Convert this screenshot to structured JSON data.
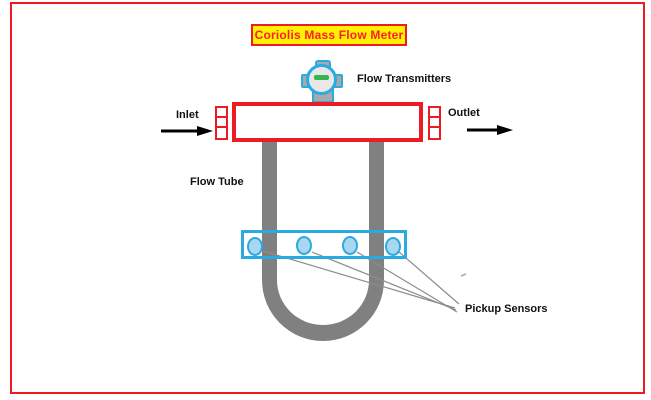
{
  "diagram": {
    "title": "Coriolis Mass Flow Meter",
    "labels": {
      "flow_transmitters": "Flow Transmitters",
      "inlet": "Inlet",
      "outlet": "Outlet",
      "flow_tube": "Flow Tube",
      "pickup_sensors": "Pickup Sensors"
    },
    "components": {
      "sensor_count": 4,
      "flow_direction": "left-to-right"
    },
    "colors": {
      "frame_red": "#ED1C24",
      "title_background": "#FFF200",
      "title_text": "#FF1D25",
      "device_blue": "#29ABE2",
      "sensor_fill": "#A9D7F0",
      "tube_gray": "#808080",
      "device_gray": "#A9A9A9",
      "display_green": "#3AB54A",
      "label_text": "#111111"
    }
  }
}
